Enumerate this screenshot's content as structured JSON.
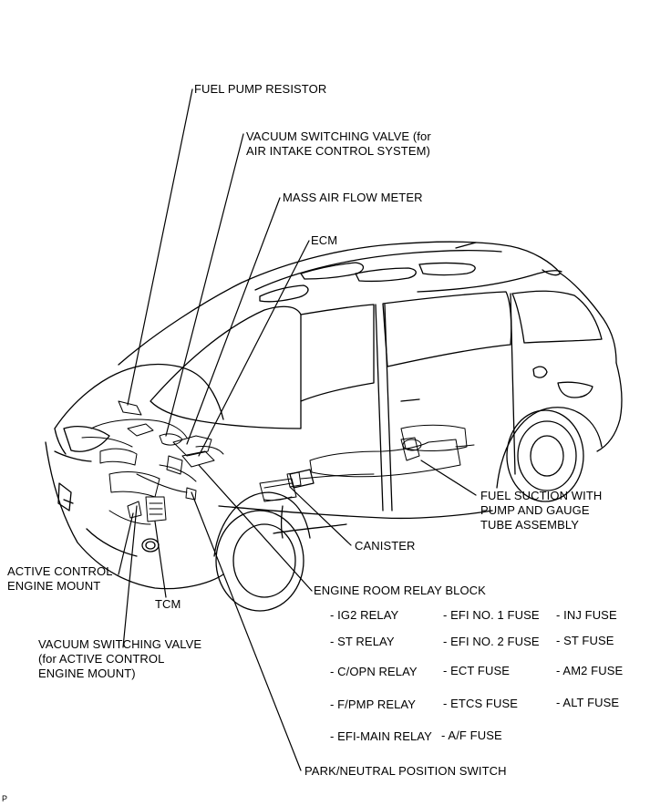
{
  "labels": {
    "fuel_pump_resistor": "FUEL PUMP RESISTOR",
    "vsv_air_intake_l1": "VACUUM SWITCHING VALVE (for",
    "vsv_air_intake_l2": "AIR INTAKE CONTROL SYSTEM)",
    "mass_air_flow_meter": "MASS AIR FLOW METER",
    "ecm": "ECM",
    "fuel_suction_l1": "FUEL SUCTION WITH",
    "fuel_suction_l2": "PUMP AND GAUGE",
    "fuel_suction_l3": "TUBE ASSEMBLY",
    "canister": "CANISTER",
    "active_mount_l1": "ACTIVE CONTROL",
    "active_mount_l2": "ENGINE MOUNT",
    "tcm": "TCM",
    "vsv_mount_l1": "VACUUM SWITCHING VALVE",
    "vsv_mount_l2": "(for ACTIVE CONTROL",
    "vsv_mount_l3": "ENGINE MOUNT)",
    "engine_room_relay_block": "ENGINE ROOM RELAY BLOCK",
    "park_neutral_switch": "PARK/NEUTRAL POSITION SWITCH",
    "corner_mark": "P"
  },
  "relay_block_items": {
    "col1": [
      "- IG2 RELAY",
      "- ST RELAY",
      "- C/OPN RELAY",
      "- F/PMP RELAY",
      "- EFI-MAIN RELAY"
    ],
    "col2": [
      "- EFI NO. 1 FUSE",
      "- EFI NO. 2 FUSE",
      "- ECT FUSE",
      "- ETCS FUSE",
      "- A/F FUSE"
    ],
    "col3": [
      "- INJ FUSE",
      "- ST FUSE",
      "- AM2 FUSE",
      "- ALT FUSE"
    ]
  }
}
